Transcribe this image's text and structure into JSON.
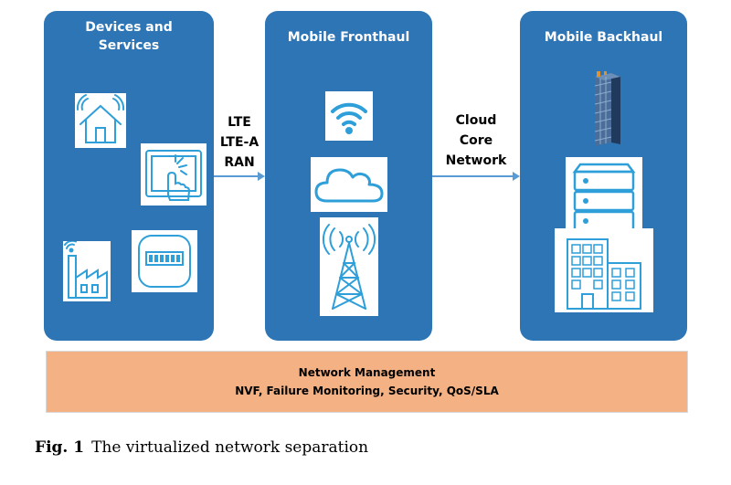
{
  "panels": {
    "devices": {
      "title_line1": "Devices and",
      "title_line2": "Services"
    },
    "fronthaul": {
      "title": "Mobile Fronthaul"
    },
    "backhaul": {
      "title": "Mobile Backhaul"
    }
  },
  "connectors": {
    "ran": {
      "line1": "LTE",
      "line2": "LTE-A",
      "line3": "RAN"
    },
    "core": {
      "line1": "Cloud",
      "line2": "Core",
      "line3": "Network"
    }
  },
  "management": {
    "title": "Network Management",
    "subtitle": "NVF, Failure Monitoring, Security, QoS/SLA"
  },
  "caption": {
    "label": "Fig. 1",
    "text": "The virtualized network separation"
  },
  "icons": {
    "house": "smart-home-icon",
    "tablet": "touch-tablet-icon",
    "factory": "smart-factory-icon",
    "meter": "smart-meter-icon",
    "wifi": "wifi-icon",
    "cloud": "cloud-icon",
    "tower": "cell-tower-icon",
    "skyscraper": "skyscraper-icon",
    "server": "server-rack-icon",
    "building": "office-building-icon"
  },
  "colors": {
    "panel": "#2e75b6",
    "icon_blue": "#2e9fd9",
    "management": "#f4b183",
    "arrow": "#5b9bd5"
  }
}
